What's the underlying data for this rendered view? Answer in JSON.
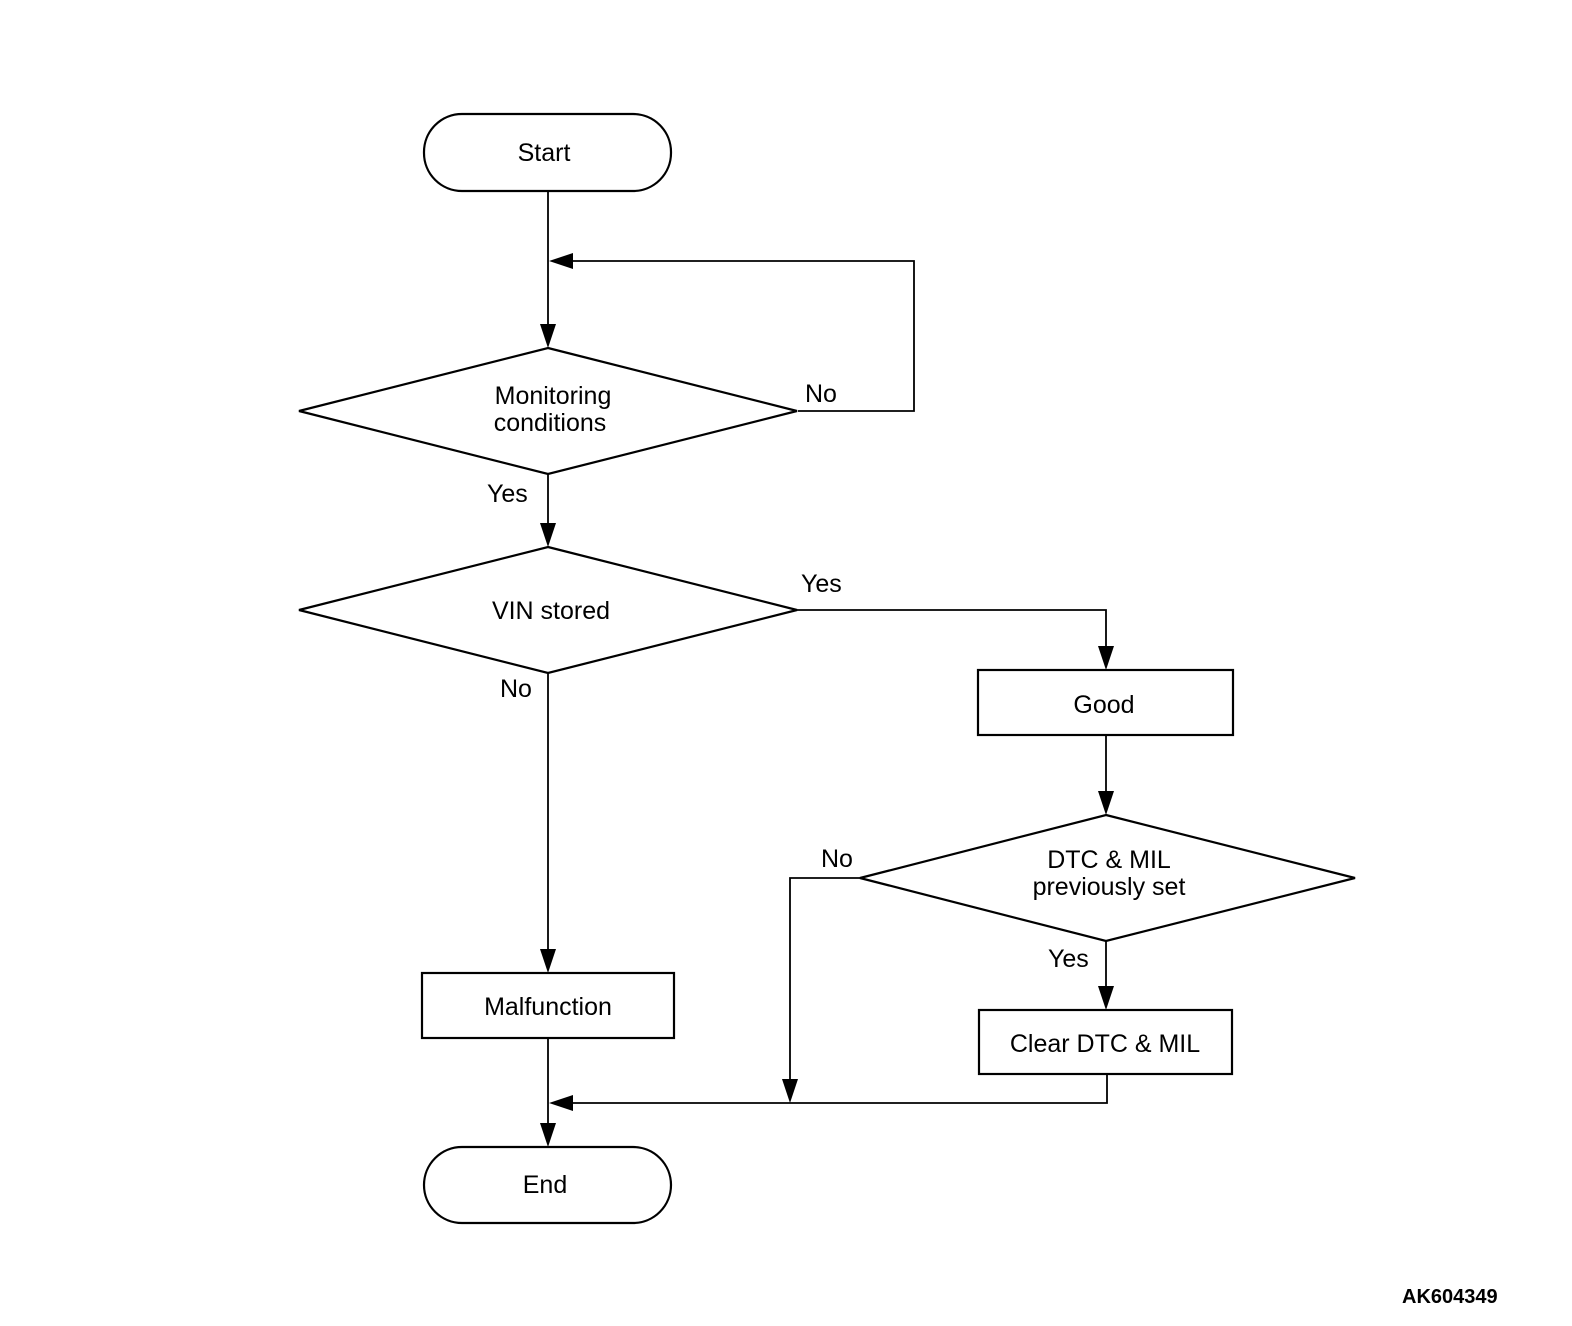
{
  "nodes": {
    "start": "Start",
    "monitoring_line1": "Monitoring",
    "monitoring_line2": "conditions",
    "vin_stored": "VIN stored",
    "good": "Good",
    "dtc_line1": "DTC & MIL",
    "dtc_line2": "previously set",
    "malfunction": "Malfunction",
    "clear": "Clear DTC & MIL",
    "end": "End"
  },
  "branches": {
    "monitoring_no": "No",
    "monitoring_yes": "Yes",
    "vin_yes": "Yes",
    "vin_no": "No",
    "dtc_no": "No",
    "dtc_yes": "Yes"
  },
  "figure_id": "AK604349",
  "colors": {
    "line": "#000000",
    "background": "#ffffff"
  }
}
